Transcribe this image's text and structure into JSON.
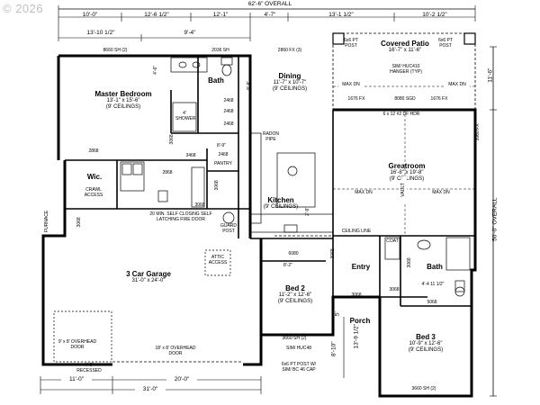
{
  "watermark": "© 2026",
  "overall": {
    "width": "62'-6\" OVERALL",
    "depth": "50'-0\" OVERALL",
    "right_top": "11'-6\""
  },
  "top_dims_1": [
    "10'-0\"",
    "12'-6 1/2\"",
    "12'-1\"",
    "4'-7\"",
    "13'-1 1/2\"",
    "10'-2 1/2\""
  ],
  "top_dims_2": [
    "13'-10 1/2\"",
    "9'-4\""
  ],
  "bottom_dims_1": [
    "11'-0\"",
    "20'-0\""
  ],
  "bottom_dims_2": [
    "31'-0\""
  ],
  "left_dims": [
    "8'-10\"",
    "13'-9 1/2\"",
    "5'"
  ],
  "rooms": {
    "master": {
      "name": "Master Bedroom",
      "size": "13'-1\" x 15'-6\"",
      "ceil": "(9' CEILINGS)"
    },
    "bath1": {
      "name": "Bath"
    },
    "shower": {
      "name": "4' SHOWER"
    },
    "dining": {
      "name": "Dining",
      "size": "11'-7\" x 10'-7\"",
      "ceil": "(9' CEILINGS)"
    },
    "patio": {
      "name": "Covered Patio",
      "size": "16'-7\" x 11'-6\""
    },
    "great": {
      "name": "Greatroom",
      "size": "16'-8\" x 19'-8\"",
      "ceil": "(9' CEILINGS)"
    },
    "kitchen": {
      "name": "Kitchen",
      "ceil": "(9' CEILINGS)"
    },
    "wic": {
      "name": "Wic."
    },
    "pantry": {
      "name": "PANTRY"
    },
    "garage": {
      "name": "3 Car Garage",
      "size": "31'-0\" x 24'-0\""
    },
    "bed2": {
      "name": "Bed 2",
      "size": "11'-2\" x 12'-6\"",
      "ceil": "(9' CEILINGS)"
    },
    "entry": {
      "name": "Entry"
    },
    "bath2": {
      "name": "Bath"
    },
    "bed3": {
      "name": "Bed 3",
      "size": "10'-9\" x 12'-6\"",
      "ceil": "(9' CEILINGS)"
    },
    "porch": {
      "name": "Porch"
    },
    "coat": {
      "name": "COAT"
    }
  },
  "notes": {
    "post_l": "6x6 PT POST",
    "post_r": "6x6 PT POST",
    "hanger": "SIM/ HUC410 HANGER (TYP)",
    "max_dn": "MAX DN",
    "hdr": "6 x 12 #2 DF HDR",
    "sgd": "8080 SGD",
    "radon": "RADON PIPE",
    "crawl": "CRAWL ACCESS",
    "fire_door": "20 MIN. SELF CLOSING SELF LATCHING FIRE DOOR",
    "guard": "GUARD POST",
    "attic": "ATTIC ACCESS",
    "ceiling_line": "CEILING LINE",
    "vault": "VAULT",
    "furnace": "FURNACE",
    "ohd_left": "9' x 8' OVERHEAD DOOR",
    "ohd_right": "18' x 8' OVERHEAD DOOR",
    "recessed": "4'-0\" RECESSED",
    "huc48": "SIM/ HUC48",
    "porch_post": "6x6 PT POST W/ SIM/ BC 46 CAP",
    "dim_82": "8'-2\"",
    "dim_89a": "8'-9\"",
    "dim_89b": "8'-9\"",
    "dim_46": "4'-6\"",
    "dim_29": "2'-9\"",
    "dim_44": "4'-4 11 1/2\""
  },
  "windows": {
    "w1": "8660 SH (2)",
    "w2": "2036 SH",
    "w3": "2860 FX (3)",
    "w4": "1676 FX",
    "w5": "1676 FX",
    "w6": "3060 FX",
    "w7": "3660 SH (2)",
    "w8": "3660 SH (2)"
  },
  "doors": {
    "d1": "2868",
    "d2": "2468",
    "d3": "2468",
    "d4": "2468",
    "d5": "3068",
    "d6": "3468",
    "d7": "2468",
    "d8": "3068",
    "d9": "3068",
    "d10": "6080",
    "d11": "3068",
    "d12": "3068",
    "d13": "3068",
    "d14": "3068",
    "d15": "5068",
    "d16": "3068",
    "d17": "2868"
  }
}
